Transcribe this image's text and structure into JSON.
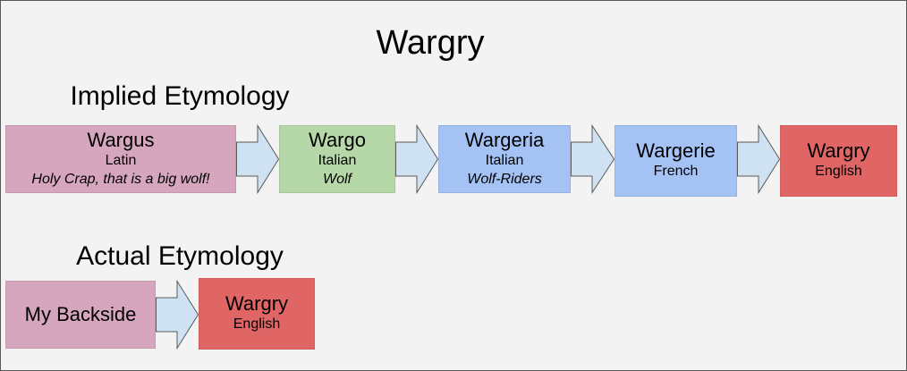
{
  "diagram": {
    "title": "Wargry",
    "sections": {
      "implied": {
        "heading": "Implied Etymology",
        "nodes": [
          {
            "name": "Wargus",
            "language": "Latin",
            "gloss": "Holy Crap, that is a big wolf!",
            "color": "#d5a6bd"
          },
          {
            "name": "Wargo",
            "language": "Italian",
            "gloss": "Wolf",
            "color": "#b6d7a8"
          },
          {
            "name": "Wargeria",
            "language": "Italian",
            "gloss": "Wolf-Riders",
            "color": "#a4c2f4"
          },
          {
            "name": "Wargerie",
            "language": "French",
            "color": "#a4c2f4"
          },
          {
            "name": "Wargry",
            "language": "English",
            "color": "#e06666"
          }
        ]
      },
      "actual": {
        "heading": "Actual Etymology",
        "nodes": [
          {
            "name": "My Backside",
            "color": "#d5a6bd"
          },
          {
            "name": "Wargry",
            "language": "English",
            "color": "#e06666"
          }
        ]
      }
    },
    "arrow_fill": "#cfe2f3",
    "arrow_stroke": "#595959"
  }
}
